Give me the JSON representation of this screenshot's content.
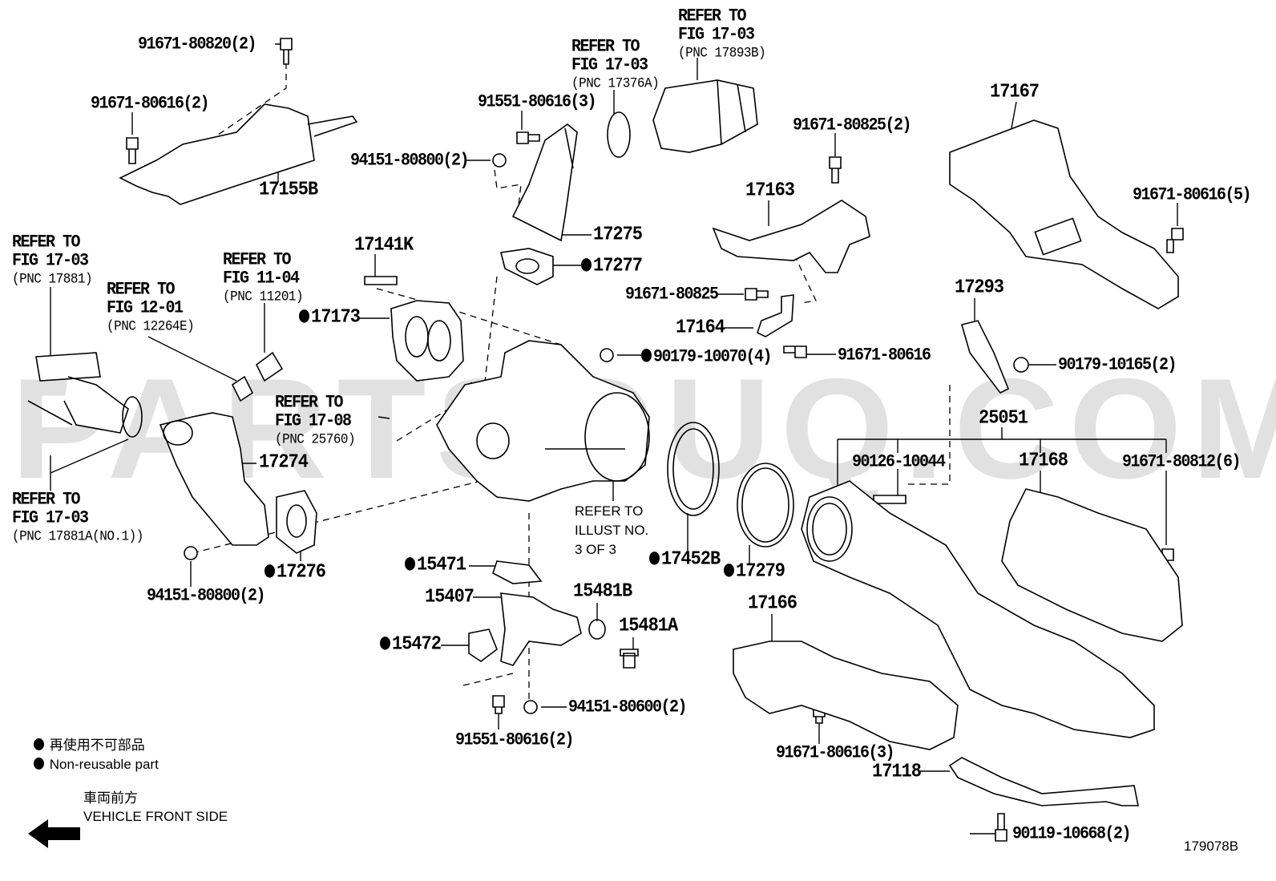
{
  "watermark": "PARTSOUQ.COM",
  "labels": {
    "p91671_80820_2": "91671-80820(2)",
    "p91671_80616_2": "91671-80616(2)",
    "p17155B": "17155B",
    "ref_17376A": {
      "l1": "REFER TO",
      "l2": "FIG 17-03",
      "l3": "(PNC 17376A)"
    },
    "ref_17893B": {
      "l1": "REFER TO",
      "l2": "FIG 17-03",
      "l3": "(PNC 17893B)"
    },
    "p91551_80616_3": "91551-80616(3)",
    "p94151_80800_2a": "94151-80800(2)",
    "p17275": "17275",
    "p17277": "17277",
    "p17167": "17167",
    "p91671_80825_2": "91671-80825(2)",
    "p17163": "17163",
    "p91671_80616_5": "91671-80616(5)",
    "p17141K": "17141K",
    "ref_17881": {
      "l1": "REFER TO",
      "l2": "FIG 17-03",
      "l3": "(PNC 17881)"
    },
    "ref_12264E": {
      "l1": "REFER TO",
      "l2": "FIG 12-01",
      "l3": "(PNC 12264E)"
    },
    "ref_11201": {
      "l1": "REFER TO",
      "l2": "FIG 11-04",
      "l3": "(PNC 11201)"
    },
    "p17173": "17173",
    "p91671_80825": "91671-80825",
    "p17164": "17164",
    "p90179_10070_4": "90179-10070(4)",
    "p91671_80616": "91671-80616",
    "p17293": "17293",
    "p90179_10165_2": "90179-10165(2)",
    "ref_25760": {
      "l1": "REFER TO",
      "l2": "FIG 17-08",
      "l3": "(PNC 25760)"
    },
    "p25051": "25051",
    "p90126_10044": "90126-10044",
    "p17168": "17168",
    "p91671_80812_6": "91671-80812(6)",
    "p17274": "17274",
    "ref_17881A": {
      "l1": "REFER TO",
      "l2": "FIG 17-03",
      "l3": "(PNC 17881A(NO.1))"
    },
    "ref_illust": {
      "l1": "REFER TO",
      "l2": "ILLUST NO.",
      "l3": "3 OF 3"
    },
    "p17452B": "17452B",
    "p17279": "17279",
    "p17276": "17276",
    "p94151_80800_2b": "94151-80800(2)",
    "p15471": "15471",
    "p15407": "15407",
    "p15481B": "15481B",
    "p15481A": "15481A",
    "p15472": "15472",
    "p17166": "17166",
    "p94151_80600_2": "94151-80600(2)",
    "p91551_80616_2": "91551-80616(2)",
    "p91671_80616_3": "91671-80616(3)",
    "p17118": "17118",
    "p90119_10668_2": "90119-10668(2)"
  },
  "legend": {
    "jp": "再使用不可部品",
    "en": "Non-reusable part"
  },
  "direction": {
    "jp": "車両前方",
    "en": "VEHICLE FRONT SIDE"
  },
  "figure_id": "179078B"
}
